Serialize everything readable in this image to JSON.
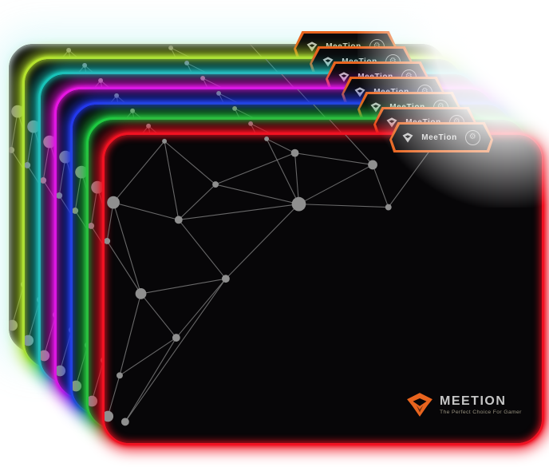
{
  "photo": {
    "subject": "stack of seven RGB glowing gaming mouse pads fanned out on white background"
  },
  "brand": {
    "name": "MeeTion",
    "wordmark": "MEETION",
    "tagline": "The Perfect Choice For Gamer",
    "accent_orange": "#e8641e",
    "wordmark_gray": "#c6c6c6",
    "constellation_gray": "#8a8a8a"
  },
  "tab": {
    "logo_text": "MeeTion"
  },
  "icons": {
    "tab_button": "gear-touch-icon",
    "tab_logo": "meetion-shield-icon",
    "pad_logo": "meetion-shield-icon"
  },
  "pads": [
    {
      "name": "white-glow",
      "color": "#e3f8f4"
    },
    {
      "name": "chartreuse",
      "color": "#b6e22c"
    },
    {
      "name": "teal",
      "color": "#18c4b8"
    },
    {
      "name": "magenta",
      "color": "#e816e2"
    },
    {
      "name": "blue",
      "color": "#2438ee"
    },
    {
      "name": "green",
      "color": "#1ecb42"
    },
    {
      "name": "red",
      "color": "#f01222"
    }
  ]
}
